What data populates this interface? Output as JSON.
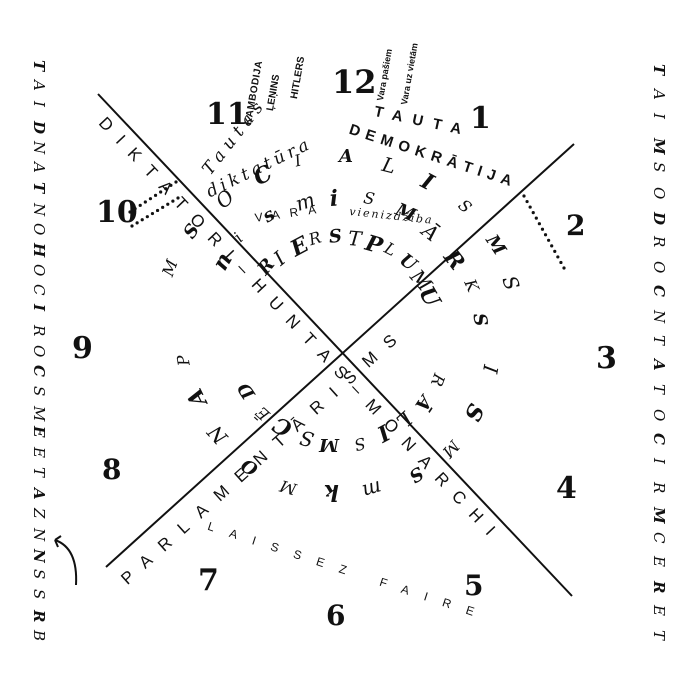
{
  "clock_numerals": [
    "12",
    "1",
    "2",
    "3",
    "4",
    "5",
    "6",
    "7",
    "8",
    "9",
    "10",
    "11"
  ],
  "diagonal_labels": {
    "upper_left_to_lower_right": "DIKTATORI–HUNTAS–MONARCHI",
    "lower_left_to_upper_right": "PARLAMENTĀRISMS"
  },
  "upper_labels": {
    "tautas": "Tautas",
    "diktatura": "diktatūra",
    "demokratija": "DEMOKRĀTIJA",
    "tauta": "TAUTA",
    "vara": "VARA",
    "vienizdziba": "vienizdžība"
  },
  "lower_labels": {
    "laissez_faire": "LAISSEZ FAIRE"
  },
  "ray_labels": [
    "KAMBODIJA",
    "ĻEŅINS",
    "HITLERS",
    "Vara pašiem",
    "Vara uz vietām"
  ],
  "left_column": [
    "T",
    "A",
    "I",
    "D",
    "N",
    "A",
    "T",
    "N",
    "O",
    "H",
    "O",
    "C",
    "I",
    "R",
    "O",
    "C",
    "S",
    "M",
    "E",
    "E",
    "T",
    "A",
    "Z",
    "N",
    "N",
    "S",
    "S",
    "R",
    "B"
  ],
  "right_column": [
    "T",
    "A",
    "I",
    "M",
    "S",
    "O",
    "D",
    "R",
    "O",
    "C",
    "N",
    "T",
    "A",
    "T",
    "O",
    "C",
    "I",
    "R",
    "M",
    "C",
    "E",
    "R",
    "E",
    "T"
  ],
  "scattered_glyphs": [
    "M",
    "S",
    "O",
    "C",
    "I",
    "A",
    "L",
    "I",
    "S",
    "M",
    "S",
    "n",
    "i",
    "s",
    "m",
    "i",
    "S",
    "M",
    "Ā",
    "R",
    "K",
    "S",
    "I",
    "S",
    "M",
    "S",
    "m",
    "k",
    "M",
    "O",
    "N",
    "A",
    "P",
    "R",
    "I",
    "E",
    "R",
    "S",
    "T",
    "P",
    "L",
    "U",
    "M",
    "U",
    "R",
    "Ā",
    "L",
    "I",
    "S",
    "M",
    "S",
    "C",
    "Ē",
    "D"
  ],
  "arrow_icon": "curved-arrow-icon"
}
